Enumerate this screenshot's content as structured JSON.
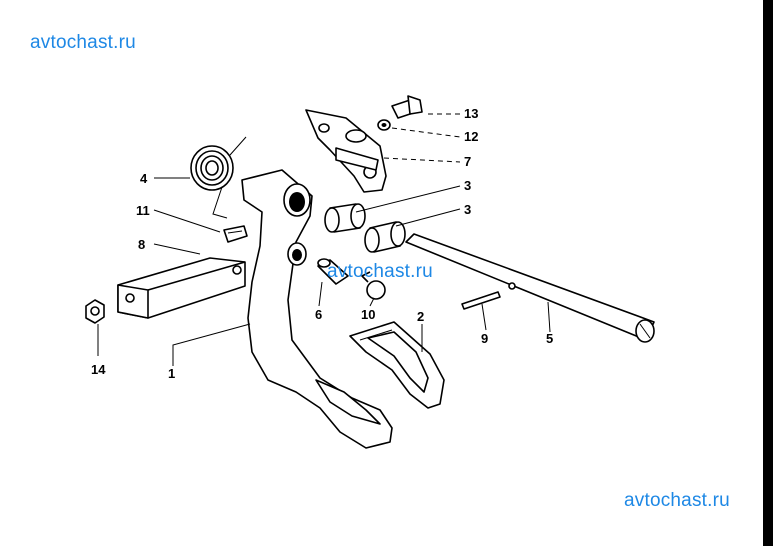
{
  "watermarks": {
    "top_left": "avtochast.ru",
    "center": "avtochast.ru",
    "bottom_right": "avtochast.ru"
  },
  "labels": {
    "p1": "1",
    "p2": "2",
    "p3a": "3",
    "p3b": "3",
    "p4": "4",
    "p5": "5",
    "p6": "6",
    "p7": "7",
    "p8": "8",
    "p9": "9",
    "p10": "10",
    "p11": "11",
    "p12": "12",
    "p13": "13",
    "p14": "14"
  },
  "colors": {
    "watermark": "#1e88e5",
    "ink": "#000000",
    "background": "#ffffff"
  }
}
